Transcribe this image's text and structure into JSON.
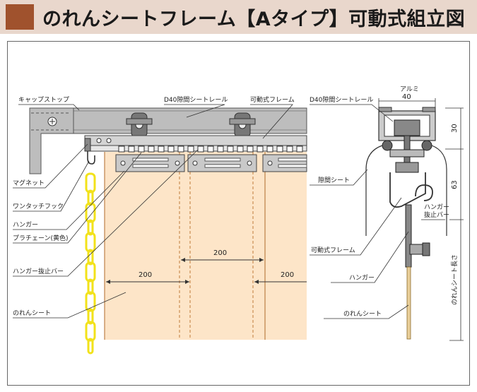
{
  "title": "のれんシートフレーム【Aタイプ】可動式組立図",
  "left_labels": {
    "cap_stop": "キャップストップ",
    "rail": "D40隙間シートレール",
    "movable_frame": "可動式フレーム",
    "magnet": "マグネット",
    "one_touch_hook": "ワンタッチフック",
    "hanger": "ハンガー",
    "plastic_chain": "プラチェーン(黄色)",
    "hanger_stop_bar": "ハンガー抜止バー",
    "noren_sheet": "のれんシート"
  },
  "left_dims": {
    "d200_a": "200",
    "d200_b": "200",
    "d200_c": "200"
  },
  "right_labels": {
    "rail": "D40隙間シートレール",
    "aluminum": "アルミ",
    "gap_sheet": "隙間シート",
    "hanger_stop_line1": "ハンガー",
    "hanger_stop_line2": "抜止バー",
    "movable_frame": "可動式フレーム",
    "hanger": "ハンガー",
    "noren_sheet": "のれんシート"
  },
  "right_dims": {
    "width": "40",
    "h30": "30",
    "h63": "63",
    "sheet_length": "のれんシート長さ"
  },
  "colors": {
    "accent": "#a0522d",
    "header_bg": "#e9d7cc",
    "sheet": "#fde5c8",
    "chain": "#f2e21a",
    "rail": "#bdbdbd"
  }
}
